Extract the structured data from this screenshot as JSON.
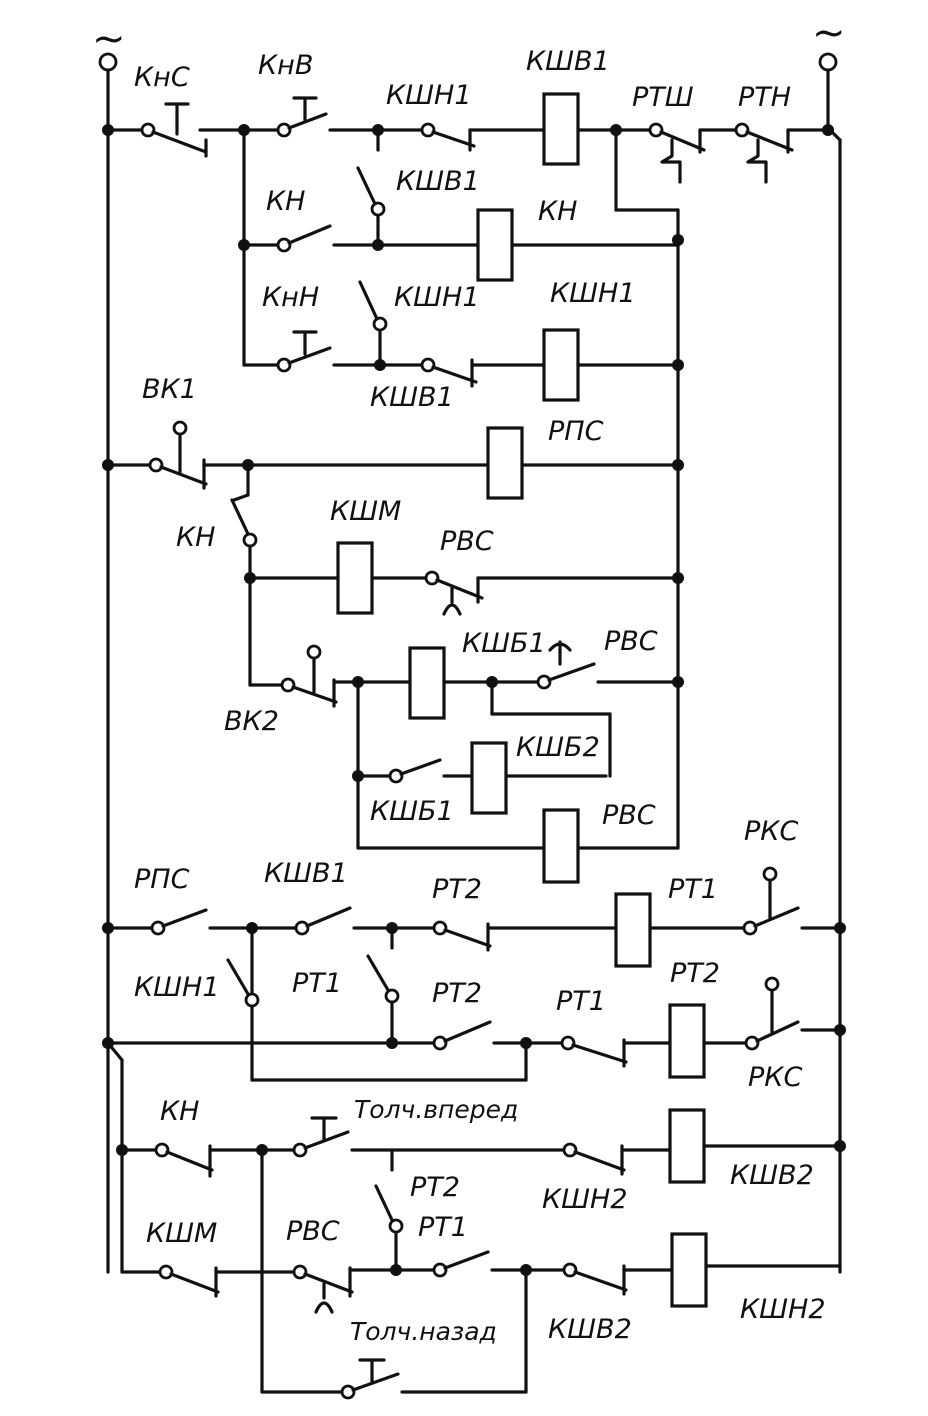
{
  "supply_left": "~",
  "supply_right": "~",
  "labels": {
    "knc": "КнС",
    "knv": "КнВ",
    "kshn1_top": "КШН1",
    "kshv1_coil": "КШВ1",
    "rtsh": "РТШ",
    "rtn": "РТН",
    "kn_contact": "КН",
    "kshv1_contact": "КШВ1",
    "kn_coil": "КН",
    "knn": "КнН",
    "kshn1_contact": "КШН1",
    "kshn1_coil": "КШН1",
    "kshv1_nc": "КШВ1",
    "vk1": "ВК1",
    "rps_coil": "РПС",
    "kn_contact2": "КН",
    "kshm_coil": "КШМ",
    "rvs_contact": "РВС",
    "kshb1_coil": "КШБ1",
    "rvs_contact2": "РВС",
    "vk2": "ВК2",
    "kshb2_coil": "КШБ2",
    "kshb1_contact": "КШБ1",
    "rvs_coil": "РВС",
    "rps_contact": "РПС",
    "kshv1_contact2": "КШВ1",
    "rt2_contact": "РТ2",
    "rt1_coil": "РТ1",
    "rks_contact": "РКС",
    "kshn1_contact2": "КШН1",
    "rt1_contact": "РТ1",
    "rt2_contact2": "РТ2",
    "rt1_contact2": "РТ1",
    "rt2_coil": "РТ2",
    "rks_contact2": "РКС",
    "kn_contact3": "КН",
    "tolch_vpered": "Толч.вперед",
    "kshn2_contact": "КШН2",
    "kshv2_coil": "КШВ2",
    "kshm_contact": "КШМ",
    "rvs_contact3": "РВС",
    "rt2_contact3": "РТ2",
    "rt1_contact3": "РТ1",
    "kshn2_coil": "КШН2",
    "tolch_nazad": "Толч.назад",
    "kshv2_contact": "КШВ2"
  }
}
